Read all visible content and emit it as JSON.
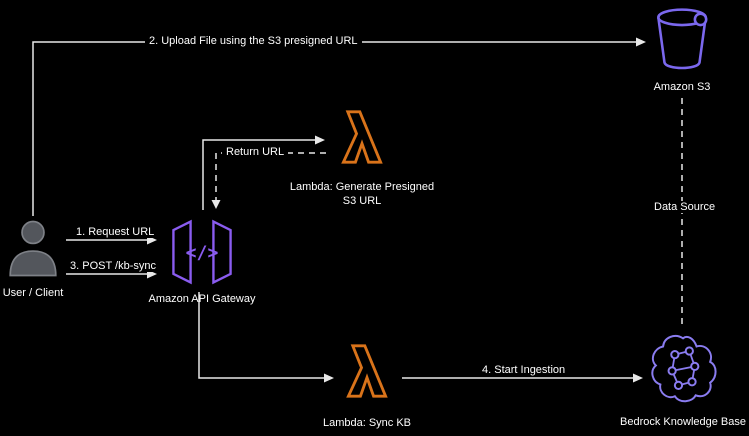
{
  "colors": {
    "background": "#000000",
    "arrow": "#e8e8e8",
    "text": "#ffffff",
    "lambda_orange": "#d9731a",
    "api_gateway_purple": "#8a5cf0",
    "s3_purple": "#7b68ee",
    "bedrock_purple": "#8a7cf0",
    "user_gray": "#53565c"
  },
  "icons": {
    "api_gateway_glyph": "</>"
  },
  "nodes": {
    "user": {
      "label": "User / Client"
    },
    "api_gateway": {
      "label": "Amazon API Gateway"
    },
    "lambda_presigned": {
      "label": "Lambda: Generate Presigned S3 URL"
    },
    "s3": {
      "label": "Amazon S3"
    },
    "lambda_sync": {
      "label": "Lambda: Sync KB"
    },
    "bedrock_kb": {
      "label": "Bedrock Knowledge Base"
    }
  },
  "edges": {
    "upload": {
      "label": "2. Upload File using the S3 presigned URL"
    },
    "request_url": {
      "label": "1. Request URL"
    },
    "post_kb_sync": {
      "label": "3. POST /kb-sync"
    },
    "return_url": {
      "label": "Return URL"
    },
    "start_ingestion": {
      "label": "4. Start Ingestion"
    },
    "data_source": {
      "label": "Data Source"
    }
  }
}
